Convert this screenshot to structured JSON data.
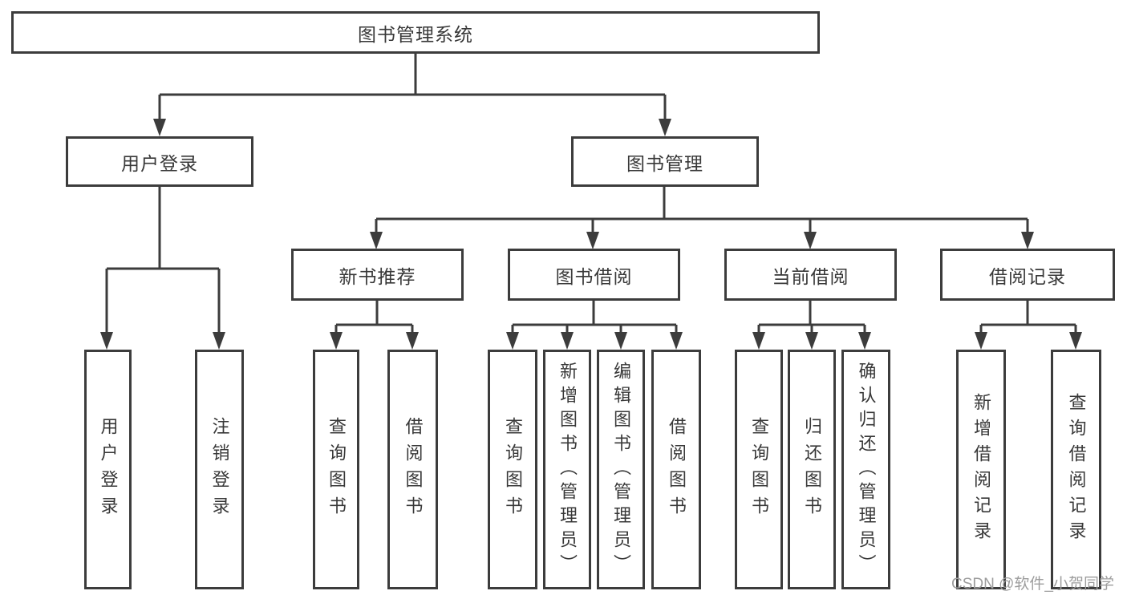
{
  "nodes": {
    "root": "图书管理系统",
    "user_login": "用户登录",
    "book_mgmt": "图书管理",
    "login": "用户登录",
    "logout": "注销登录",
    "new_rec": "新书推荐",
    "book_borrow": "图书借阅",
    "current_borrow": "当前借阅",
    "borrow_records": "借阅记录",
    "rec_query_book": "查询图书",
    "rec_borrow_book": "借阅图书",
    "bb_query_book": "查询图书",
    "bb_add_book": "新增图书（管理员）",
    "bb_edit_book": "编辑图书（管理员）",
    "bb_borrow_book": "借阅图书",
    "cb_query_book": "查询图书",
    "cb_return_book": "归还图书",
    "cb_confirm_return": "确认归还（管理员）",
    "br_add_record": "新增借阅记录",
    "br_query_record": "查询借阅记录"
  },
  "watermark": "CSDN @软件_小贺同学",
  "colors": {
    "line": "#3c3c3c",
    "text": "#383838",
    "watermark": "#9d9d9d",
    "box_fill": "#ffffff"
  }
}
